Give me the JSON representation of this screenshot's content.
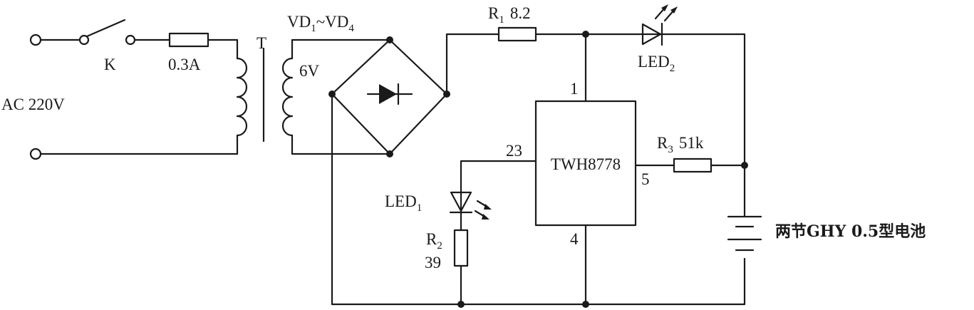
{
  "labels": {
    "ac_source": "AC 220V",
    "switch": "K",
    "fuse": "0.3A",
    "transformer": "T",
    "secondary_voltage": "6V",
    "rectifier_main": "VD",
    "rectifier_sub1": "1",
    "rectifier_sep": "~VD",
    "rectifier_sub2": "4",
    "r1_name": "R",
    "r1_sub": "1",
    "r1_value": "8.2",
    "led2_name": "LED",
    "led2_sub": "2",
    "ic_name": "TWH8778",
    "pin1": "1",
    "pin23": "23",
    "pin5": "5",
    "pin4": "4",
    "r3_name": "R",
    "r3_sub": "3",
    "r3_value": "51k",
    "led1_name": "LED",
    "led1_sub": "1",
    "r2_name": "R",
    "r2_sub": "2",
    "r2_value": "39",
    "battery": "两节GHY 0.5型电池"
  }
}
